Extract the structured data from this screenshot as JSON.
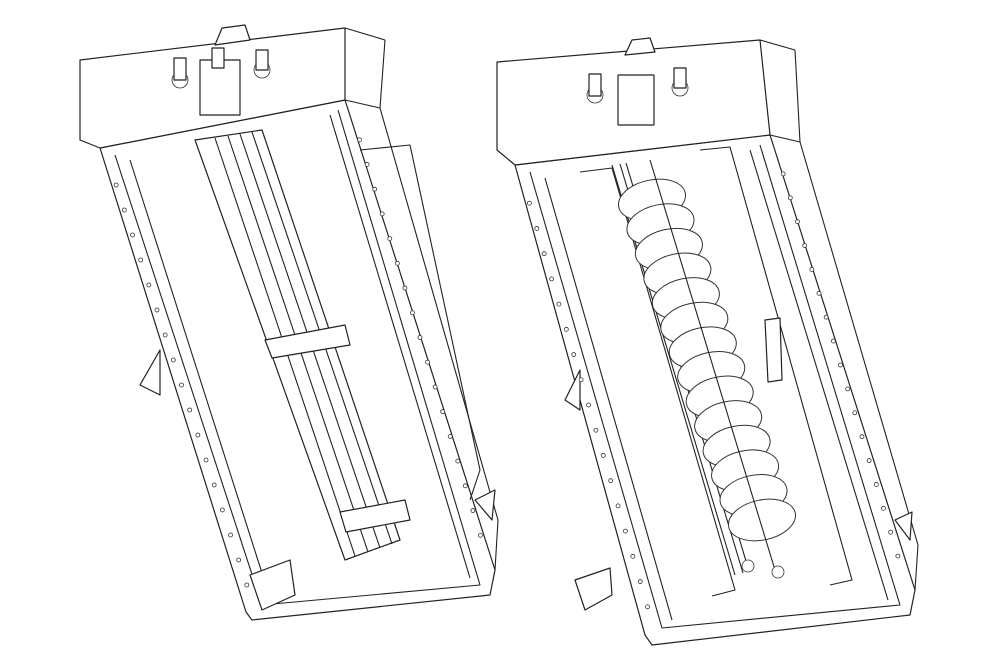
{
  "drawing": {
    "views": [
      {
        "id": "trough-with-cover",
        "description_visible": false
      },
      {
        "id": "trough-with-auger",
        "description_visible": false
      }
    ],
    "colors": {
      "line": "#222222",
      "background": "#ffffff"
    },
    "auger_flights": 14
  }
}
